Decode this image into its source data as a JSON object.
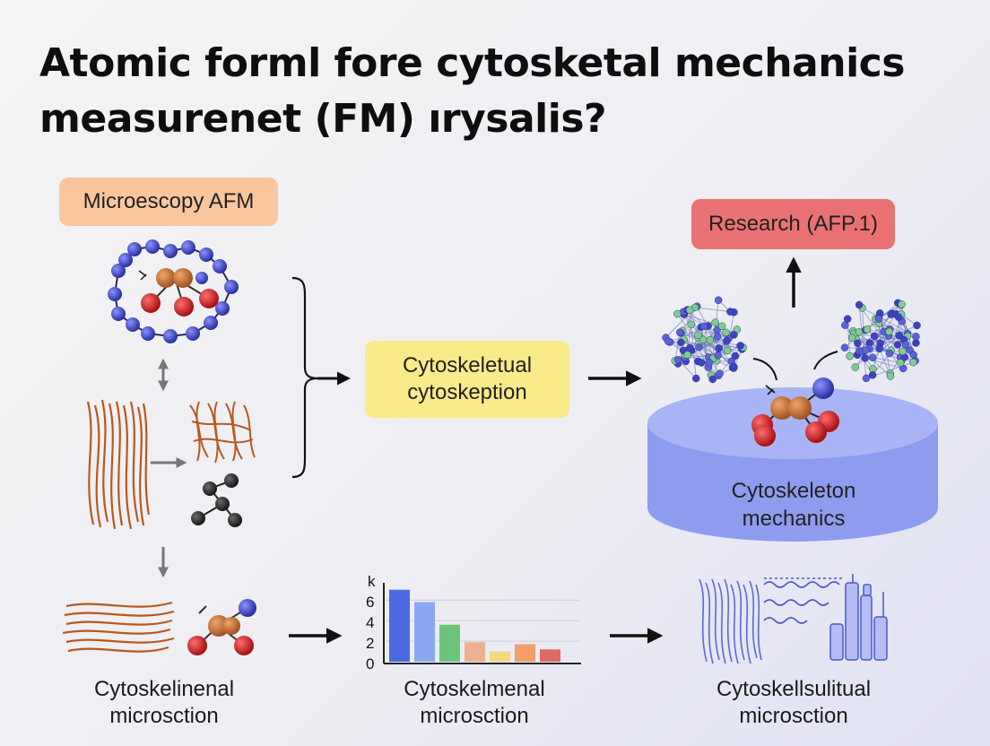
{
  "title": "Atomic forml fore cytosketal mechanics measurenet (FM) ırysalis?",
  "labels": {
    "afm": "Microescopy AFM",
    "research": "Research (AFP.1)",
    "center_line1": "Cytoskeletual",
    "center_line2": "cytoskeption",
    "cylinder_line1": "Cytoskeleton",
    "cylinder_line2": "mechanics"
  },
  "captions": {
    "left_line1": "Cytoskelinenal",
    "left_line2": "microsction",
    "middle_line1": "Cytoskelmenal",
    "middle_line2": "microsction",
    "right_line1": "Cytoskellsulitual",
    "right_line2": "microsction"
  },
  "mini_chart": {
    "y_axis_label": "k",
    "ticks": [
      "6",
      "4",
      "2",
      "0"
    ]
  },
  "colors": {
    "afm_pill": "#f9c69e",
    "research_pill": "#ea7172",
    "center_pill": "#f9ea8a",
    "cylinder": "#9aa6f0",
    "atom_blue": "#3e43c4",
    "atom_red": "#d11f24",
    "atom_orange": "#c8773d",
    "fiber": "#b8581d"
  },
  "chart_data": {
    "type": "bar",
    "categories": [
      "",
      "",
      "",
      "",
      "",
      "",
      ""
    ],
    "values": [
      7,
      5.8,
      3.6,
      1.9,
      1.0,
      1.7,
      1.2
    ],
    "bar_colors": [
      "#4b6be0",
      "#8aa8f2",
      "#6cc47a",
      "#eeb18f",
      "#f5d77c",
      "#f2a06b",
      "#dd6a63"
    ],
    "ylabel": "k",
    "ylim": [
      0,
      7.5
    ],
    "yticks": [
      0,
      2,
      4,
      6
    ],
    "grid": true
  }
}
